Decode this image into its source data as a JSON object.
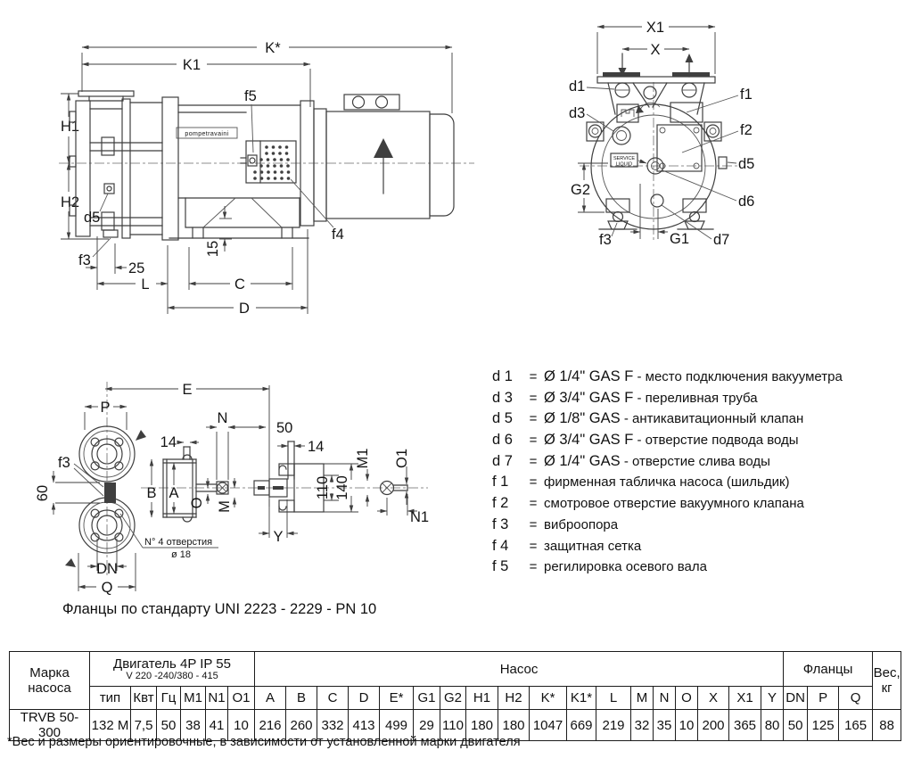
{
  "side_view": {
    "brand": "pompetravaini",
    "labels": {
      "k_star": "K*",
      "k1": "K1",
      "h1": "H1",
      "h2": "H2",
      "d5": "d5",
      "f3": "f3",
      "f5": "f5",
      "f4": "f4",
      "dim25": "25",
      "dim15": "15",
      "l": "L",
      "c": "C",
      "d": "D"
    }
  },
  "front_view": {
    "labels": {
      "x1": "X1",
      "x": "X",
      "d1": "d1",
      "d3": "d3",
      "f1": "f1",
      "f2": "f2",
      "d5": "d5",
      "d6": "d6",
      "g2": "G2",
      "f3": "f3",
      "g1": "G1",
      "d7": "d7"
    },
    "service_line1": "SERVICE",
    "service_line2": "LIQUID"
  },
  "flange_view": {
    "labels": {
      "e": "E",
      "p": "P",
      "f3": "f3",
      "dim60": "60",
      "dim14a": "14",
      "n": "N",
      "dim50": "50",
      "dim14b": "14",
      "b": "B",
      "a": "A",
      "o": "O",
      "m": "M",
      "dim110": "110",
      "dim140": "140",
      "y": "Y",
      "m1": "M1",
      "o1": "O1",
      "n1": "N1",
      "dn": "DN",
      "q": "Q"
    },
    "holes_note_line1": "N° 4 отверстия",
    "holes_note_line2": "ø 18"
  },
  "flange_standard": "Фланцы по стандарту UNI 2223 - 2229 - PN 10",
  "legend": {
    "items": [
      {
        "code": "d 1",
        "spec": "Ø 1/4\" GAS F",
        "desc": " - место подключения вакууметра"
      },
      {
        "code": "d 3",
        "spec": "Ø 3/4\" GAS F",
        "desc": " - переливная труба"
      },
      {
        "code": "d 5",
        "spec": "Ø 1/8\" GAS",
        "desc": " - антикавитационный клапан"
      },
      {
        "code": "d 6",
        "spec": "Ø 3/4\" GAS F",
        "desc": " - отверстие подвода воды"
      },
      {
        "code": "d 7",
        "spec": "Ø 1/4\" GAS",
        "desc": " - отверстие слива воды"
      },
      {
        "code": "f 1",
        "spec": "",
        "desc": "фирменная табличка насоса (шильдик)"
      },
      {
        "code": "f 2",
        "spec": "",
        "desc": "смотровое отверстие вакуумного клапана"
      },
      {
        "code": "f 3",
        "spec": "",
        "desc": "виброопора"
      },
      {
        "code": "f 4",
        "spec": "",
        "desc": "защитная сетка"
      },
      {
        "code": "f 5",
        "spec": "",
        "desc": "регилировка осевого вала"
      }
    ]
  },
  "table": {
    "mark_header_line1": "Марка",
    "mark_header_line2": "насоса",
    "motor_group_line1": "Двигатель 4P IP 55",
    "motor_group_line2": "V 220 -240/380 - 415",
    "pump_group": "Насос",
    "flange_group": "Фланцы",
    "weight_line1": "Вес,",
    "weight_line2": "кг",
    "sub_headers": [
      "тип",
      "Квт",
      "Гц",
      "M1",
      "N1",
      "O1",
      "A",
      "B",
      "C",
      "D",
      "E*",
      "G1",
      "G2",
      "H1",
      "H2",
      "K*",
      "K1*",
      "L",
      "M",
      "N",
      "O",
      "X",
      "X1",
      "Y",
      "DN",
      "P",
      "Q"
    ],
    "row": [
      "TRVB 50-300",
      "132 M",
      "7,5",
      "50",
      "38",
      "41",
      "10",
      "216",
      "260",
      "332",
      "413",
      "499",
      "29",
      "110",
      "180",
      "180",
      "1047",
      "669",
      "219",
      "32",
      "35",
      "10",
      "200",
      "365",
      "80",
      "50",
      "125",
      "165",
      "88"
    ]
  },
  "footnote": "*Вес и размеры ориентировочные, в зависимости от установленной марки двигателя"
}
